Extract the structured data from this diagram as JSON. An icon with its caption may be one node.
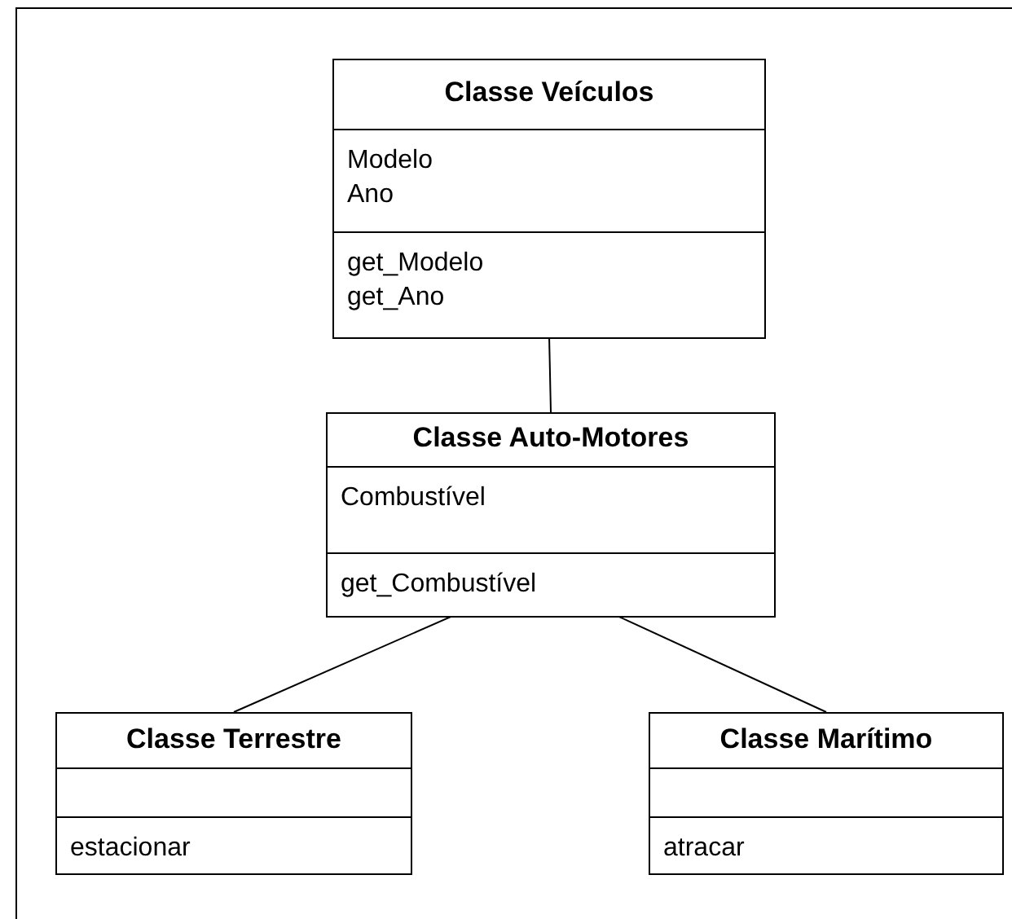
{
  "diagram": {
    "nodes": [
      {
        "text": [
          "Classe Veículos",
          "Modelo",
          "Ano",
          "get_Modelo",
          "get_Ano"
        ]
      },
      {
        "text": [
          "Classe Auto-Motores",
          "Combustível",
          "get_Combustível"
        ]
      },
      {
        "text": [
          "Classe Terrestre",
          "estacionar"
        ]
      },
      {
        "text": [
          "Classe Marítimo",
          "atracar"
        ]
      }
    ],
    "edges": [
      {
        "from": 0,
        "to": 1,
        "arrow": "none"
      },
      {
        "from": 1,
        "to": 2,
        "arrow": "none"
      },
      {
        "from": 1,
        "to": 3,
        "arrow": "none"
      }
    ]
  }
}
